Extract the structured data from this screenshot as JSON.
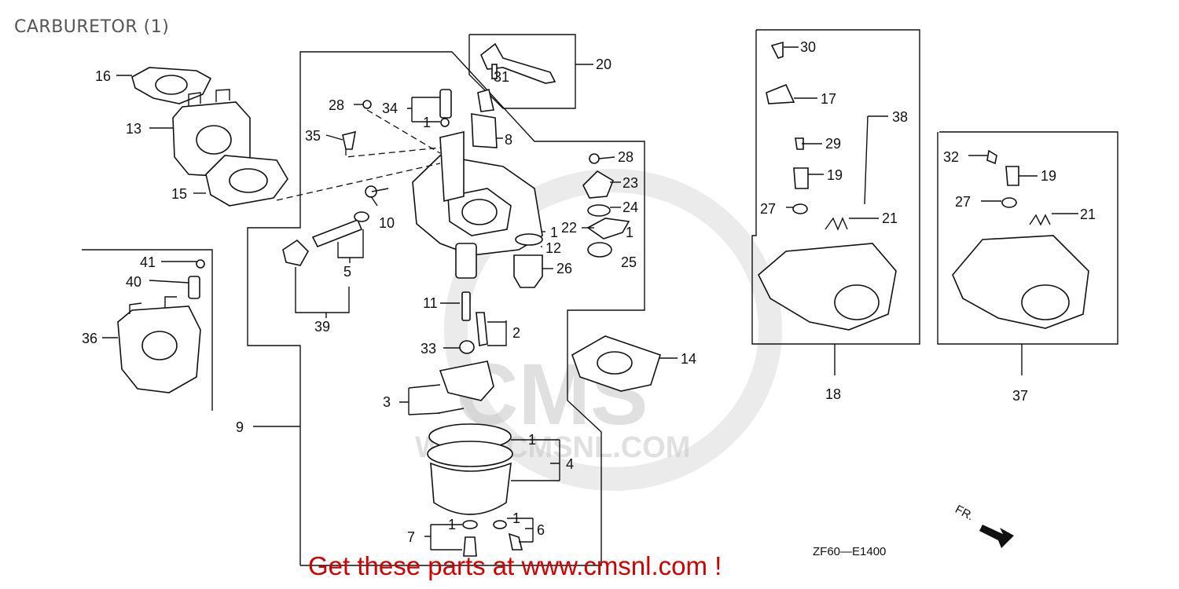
{
  "title": "CARBURETOR (1)",
  "watermark": {
    "brand": "CMS",
    "url": "WWW.CMSNL.COM"
  },
  "diagram_code": "ZF60—E1400",
  "front_marker": "FR.",
  "callout": "Get these parts at www.cmsnl.com !",
  "callouts": {
    "p1": "1",
    "p2": "2",
    "p3": "3",
    "p4": "4",
    "p5": "5",
    "p6": "6",
    "p7": "7",
    "p8": "8",
    "p9": "9",
    "p10": "10",
    "p11": "11",
    "p12": "12",
    "p13": "13",
    "p14": "14",
    "p15": "15",
    "p16": "16",
    "p17": "17",
    "p18": "18",
    "p19": "19",
    "p20": "20",
    "p21": "21",
    "p22": "22",
    "p23": "23",
    "p24": "24",
    "p25": "25",
    "p26": "26",
    "p27": "27",
    "p28": "28",
    "p29": "29",
    "p30": "30",
    "p31": "31",
    "p32": "32",
    "p33": "33",
    "p34": "34",
    "p35": "35",
    "p36": "36",
    "p37": "37",
    "p38": "38",
    "p39": "39",
    "p40": "40",
    "p41": "41"
  },
  "colors": {
    "callout": "#cc0000",
    "title": "#555555",
    "ink": "#111111",
    "watermark": "#c8c8c8"
  }
}
